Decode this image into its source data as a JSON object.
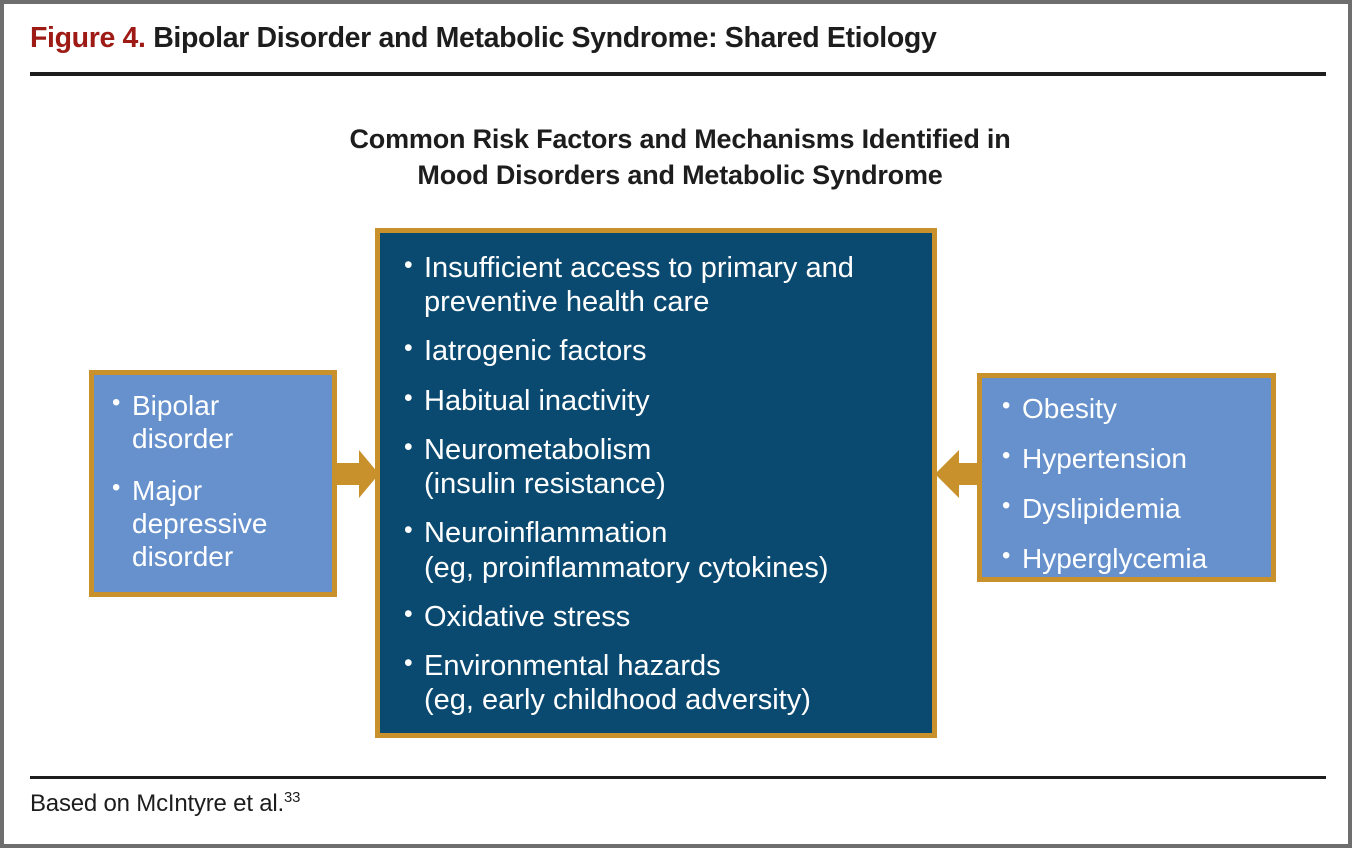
{
  "figure": {
    "number_label": "Figure 4.",
    "title": "Bipolar Disorder and Metabolic Syndrome: Shared Etiology",
    "title_accent_color": "#9e1a15",
    "heading_line1": "Common Risk Factors and Mechanisms Identified in",
    "heading_line2": "Mood Disorders and Metabolic Syndrome",
    "source_text": "Based on McIntyre et al.",
    "source_reference": "33"
  },
  "colors": {
    "frame_border": "#6e6e6e",
    "center_box_fill": "#0b4a70",
    "side_box_fill": "#6691cc",
    "box_border": "#c8912c",
    "arrow_fill": "#c8912c",
    "text_dark": "#1d1d1d",
    "text_light": "#ffffff"
  },
  "left_box": {
    "name": "Mood disorders",
    "items": [
      {
        "main": "Bipolar",
        "sub": "disorder"
      },
      {
        "main": "Major",
        "sub": "depressive",
        "sub2": "disorder"
      }
    ]
  },
  "center_box": {
    "name": "Common risk factors and mechanisms",
    "items": [
      {
        "main": "Insufficient access to primary and",
        "sub": "preventive health care"
      },
      {
        "main": "Iatrogenic factors",
        "sub": ""
      },
      {
        "main": "Habitual inactivity",
        "sub": ""
      },
      {
        "main": "Neurometabolism",
        "sub": "(insulin resistance)"
      },
      {
        "main": "Neuroinflammation",
        "sub": "(eg, proinflammatory cytokines)"
      },
      {
        "main": "Oxidative stress",
        "sub": ""
      },
      {
        "main": "Environmental hazards",
        "sub": "(eg, early childhood adversity)"
      }
    ]
  },
  "right_box": {
    "name": "Metabolic syndrome components",
    "items": [
      {
        "main": "Obesity"
      },
      {
        "main": "Hypertension"
      },
      {
        "main": "Dyslipidemia"
      },
      {
        "main": "Hyperglycemia"
      }
    ]
  },
  "arrows": [
    {
      "id": "left-to-center",
      "direction": "right"
    },
    {
      "id": "right-to-center",
      "direction": "left"
    }
  ]
}
